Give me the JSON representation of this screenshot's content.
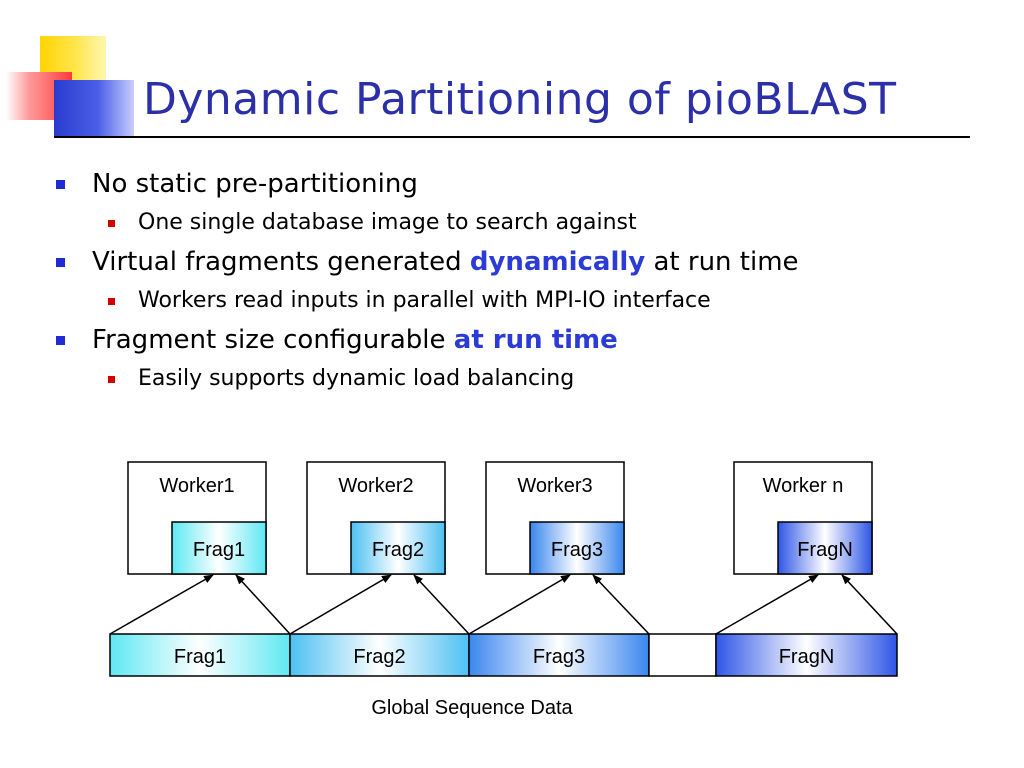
{
  "slide": {
    "title": "Dynamic Partitioning of pioBLAST",
    "bullets": [
      {
        "level": 1,
        "parts": [
          {
            "text": "No static pre-partitioning",
            "hl": false
          }
        ]
      },
      {
        "level": 2,
        "parts": [
          {
            "text": "One single database image to search against",
            "hl": false
          }
        ]
      },
      {
        "level": 1,
        "parts": [
          {
            "text": "Virtual fragments generated ",
            "hl": false
          },
          {
            "text": "dynamically",
            "hl": true
          },
          {
            "text": " at run time",
            "hl": false
          }
        ]
      },
      {
        "level": 2,
        "parts": [
          {
            "text": "Workers read inputs in parallel with MPI-IO interface",
            "hl": false
          }
        ]
      },
      {
        "level": 1,
        "parts": [
          {
            "text": "Fragment size configurable ",
            "hl": false
          },
          {
            "text": "at run time",
            "hl": true
          }
        ]
      },
      {
        "level": 2,
        "parts": [
          {
            "text": "Easily supports dynamic load balancing",
            "hl": false
          }
        ]
      }
    ]
  },
  "diagram": {
    "workers": [
      {
        "label": "Worker1",
        "frag": "Frag1"
      },
      {
        "label": "Worker2",
        "frag": "Frag2"
      },
      {
        "label": "Worker3",
        "frag": "Frag3"
      },
      {
        "label": "Worker n",
        "frag": "FragN"
      }
    ],
    "global_segments": [
      {
        "label": "Frag1"
      },
      {
        "label": "Frag2"
      },
      {
        "label": "Frag3"
      },
      {
        "label": ""
      },
      {
        "label": "FragN"
      }
    ],
    "caption": "Global Sequence Data"
  },
  "colors": {
    "title": "#2b2fa8",
    "bullet_l1": "#1f2bd4",
    "bullet_l2": "#d40000",
    "highlight": "#2b3bd6",
    "frag1": "#5ee8f2",
    "frag2": "#4cc0f2",
    "frag3": "#3a86ee",
    "fragN": "#2f56e6"
  }
}
